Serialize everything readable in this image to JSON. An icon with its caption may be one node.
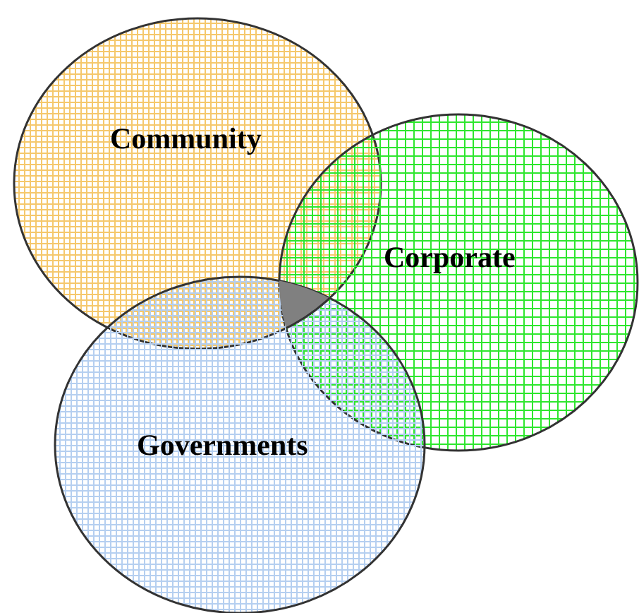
{
  "diagram": {
    "nodes": [
      {
        "text": [
          "Community"
        ]
      },
      {
        "text": [
          "Corporate"
        ]
      },
      {
        "text": [
          "Governments"
        ]
      }
    ]
  }
}
